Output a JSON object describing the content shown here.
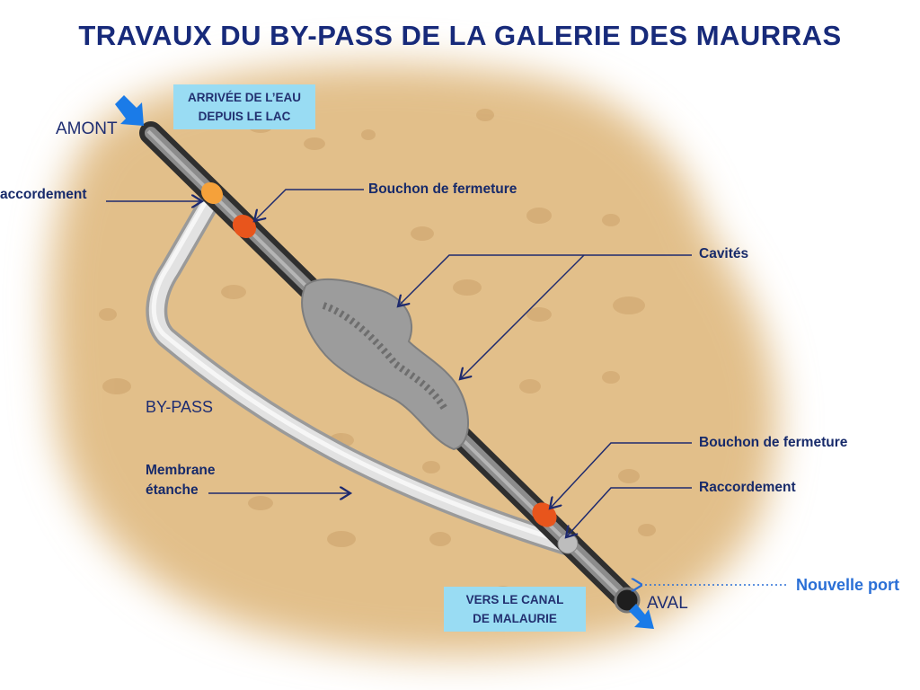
{
  "title": "TRAVAUX DU BY-PASS DE LA GALERIE DES MAURRAS",
  "labels": {
    "amont": "AMONT",
    "aval": "AVAL",
    "bypass": "BY-PASS",
    "raccordement_top": "accordement",
    "bouchon_top": "Bouchon de fermeture",
    "cavites": "Cavités",
    "membrane_line1": "Membrane",
    "membrane_line2": "étanche",
    "bouchon_bottom": "Bouchon de fermeture",
    "raccordement_bottom": "Raccordement",
    "nouvelle_porte": "Nouvelle port"
  },
  "boxes": {
    "arrivee_line1": "ARRIVÉE DE L’EAU",
    "arrivee_line2": "DEPUIS LE LAC",
    "vers_line1": "VERS LE CANAL",
    "vers_line2": "DE MALAURIE"
  },
  "colors": {
    "title": "#172a7a",
    "sand": "#e2bf8a",
    "box": "#99dcf3",
    "flow_arrow": "#1a7be8",
    "plug": "#e8551c"
  }
}
